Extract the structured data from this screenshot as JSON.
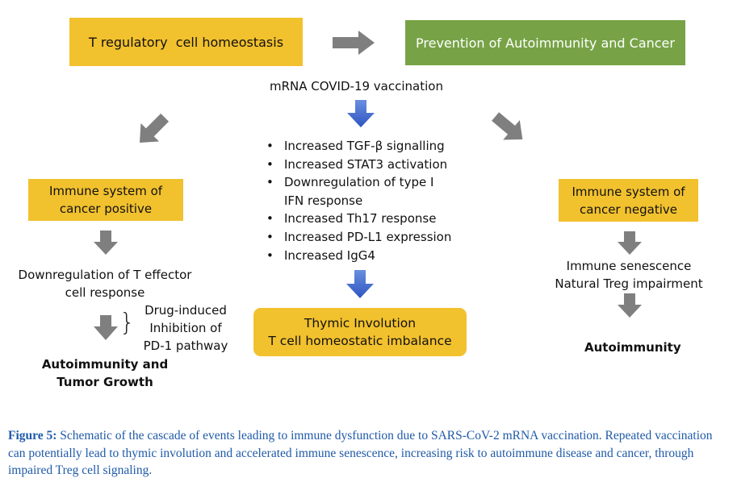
{
  "top": {
    "left_box": "T regulatory  cell homeostasis",
    "right_box": "Prevention of Autoimmunity and Cancer"
  },
  "center": {
    "vaccination_label": "mRNA COVID-19 vaccination",
    "effects": [
      "Increased TGF-β signalling",
      "Increased STAT3 activation",
      "Downregulation of type I",
      "IFN response",
      "Increased Th17 response",
      "Increased PD-L1 expression",
      "Increased IgG4"
    ],
    "outcome_line1": "Thymic Involution",
    "outcome_line2": "T cell homeostatic imbalance"
  },
  "left": {
    "box_line1": "Immune system of",
    "box_line2": "cancer positive",
    "text1_line1": "Downregulation of T effector",
    "text1_line2": "cell response",
    "drug_line1": "Drug-induced",
    "drug_line2": "Inhibition of",
    "drug_line3": "PD-1 pathway",
    "result_line1": "Autoimmunity and",
    "result_line2": "Tumor Growth"
  },
  "right": {
    "box_line1": "Immune system of",
    "box_line2": "cancer negative",
    "text_line1": "Immune senescence",
    "text_line2": "Natural Treg impairment",
    "result": "Autoimmunity"
  },
  "caption": {
    "label": "Figure 5:",
    "text": " Schematic of the cascade of events leading to immune dysfunction due to SARS-CoV-2 mRNA vaccination. Repeated vaccination can potentially lead to thymic involution and accelerated immune senescence, increasing risk to autoimmune disease and cancer, through impaired Treg cell signaling."
  },
  "colors": {
    "gold": "#f2c12e",
    "green": "#77a346",
    "gray_arrow": "#7f7f7f",
    "blue_arrow": "#3f67c9",
    "caption": "#1f5aa8"
  }
}
